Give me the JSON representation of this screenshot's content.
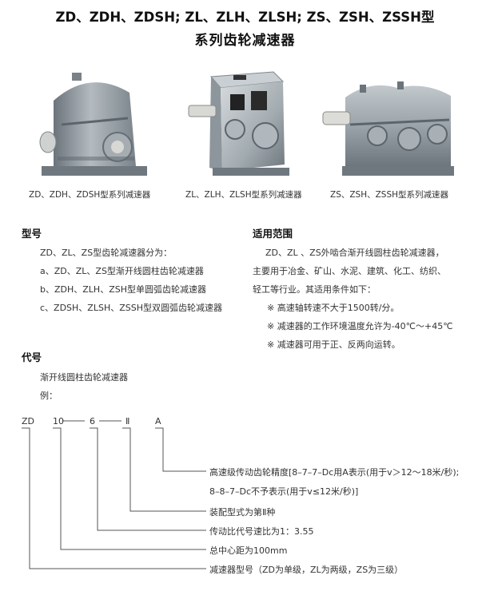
{
  "title": {
    "line1": "ZD、ZDH、ZDSH; ZL、ZLH、ZLSH; ZS、ZSH、ZSSH型",
    "line2": "系列齿轮减速器"
  },
  "products": [
    {
      "caption": "ZD、ZDH、ZDSH型系列减速器"
    },
    {
      "caption": "ZL、ZLH、ZLSH型系列减速器"
    },
    {
      "caption": "ZS、ZSH、ZSSH型系列减速器"
    }
  ],
  "model": {
    "heading": "型号",
    "intro": "ZD、ZL、ZS型齿轮减速器分为：",
    "items": [
      "a、ZD、ZL、ZS型渐开线圆柱齿轮减速器",
      "b、ZDH、ZLH、ZSH型单圆弧齿轮减速器",
      "c、ZDSH、ZLSH、ZSSH型双圆弧齿轮减速器"
    ]
  },
  "application": {
    "heading": "适用范围",
    "lines": [
      "ZD、ZL 、ZS外啮合渐开线圆柱齿轮减速器，",
      "主要用于冶金、矿山、水泥、建筑、化工、纺织、",
      "轻工等行业。其适用条件如下："
    ],
    "notes": [
      "※ 高速轴转速不大于1500转/分。",
      "※ 减速器的工作环境温度允许为-40℃～+45℃",
      "※ 减速器可用于正、反两向运转。"
    ]
  },
  "code": {
    "heading": "代号",
    "subtitle": "渐开线圆柱齿轮减速器",
    "example": "例：",
    "parts": {
      "p1": "ZD",
      "p2": "10",
      "p3": "6",
      "p4": "Ⅱ",
      "p5": "A"
    },
    "descriptions": [
      "高速级传动齿轮精度[8–7–7–Dc用A表示(用于v＞12～18米/秒);",
      "8–8–7–Dc不予表示(用于v≤12米/秒)]",
      "装配型式为第Ⅱ种",
      "传动比代号速比为1：3.55",
      "总中心距为100mm",
      "减速器型号（ZD为单级，ZL为两级，ZS为三级）"
    ]
  },
  "colors": {
    "housing": "#9aa3aa",
    "housing_dark": "#5c656c",
    "housing_light": "#c9cfd3",
    "metal": "#d8d8d4"
  }
}
